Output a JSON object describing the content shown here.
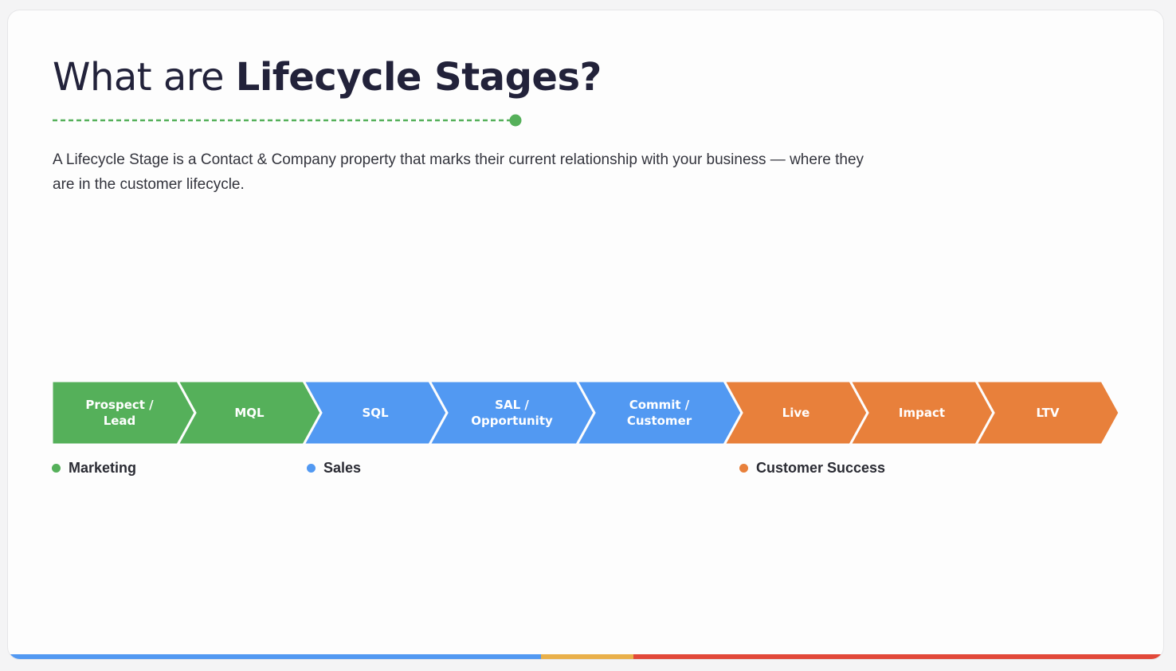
{
  "title": {
    "prefix": "What are ",
    "emphasis": "Lifecycle Stages?"
  },
  "description": "A Lifecycle Stage is a Contact & Company property that marks their current relationship with your business — where they are in the customer lifecycle.",
  "stages": [
    {
      "lines": [
        "Prospect /",
        "Lead"
      ],
      "group": "marketing"
    },
    {
      "lines": [
        "MQL"
      ],
      "group": "marketing"
    },
    {
      "lines": [
        "SQL"
      ],
      "group": "sales"
    },
    {
      "lines": [
        "SAL /",
        "Opportunity"
      ],
      "group": "sales"
    },
    {
      "lines": [
        "Commit /",
        "Customer"
      ],
      "group": "sales"
    },
    {
      "lines": [
        "Live"
      ],
      "group": "success"
    },
    {
      "lines": [
        "Impact"
      ],
      "group": "success"
    },
    {
      "lines": [
        "LTV"
      ],
      "group": "success"
    }
  ],
  "groups": {
    "marketing": {
      "label": "Marketing",
      "color": "#55b05a"
    },
    "sales": {
      "label": "Sales",
      "color": "#5299f2"
    },
    "success": {
      "label": "Customer Success",
      "color": "#e8803b"
    }
  },
  "colors": {
    "title": "#22223a",
    "divider": "#55b05a",
    "bar_blue": "#5299f2",
    "bar_yellow": "#e9b04a",
    "bar_red": "#e2493a"
  }
}
